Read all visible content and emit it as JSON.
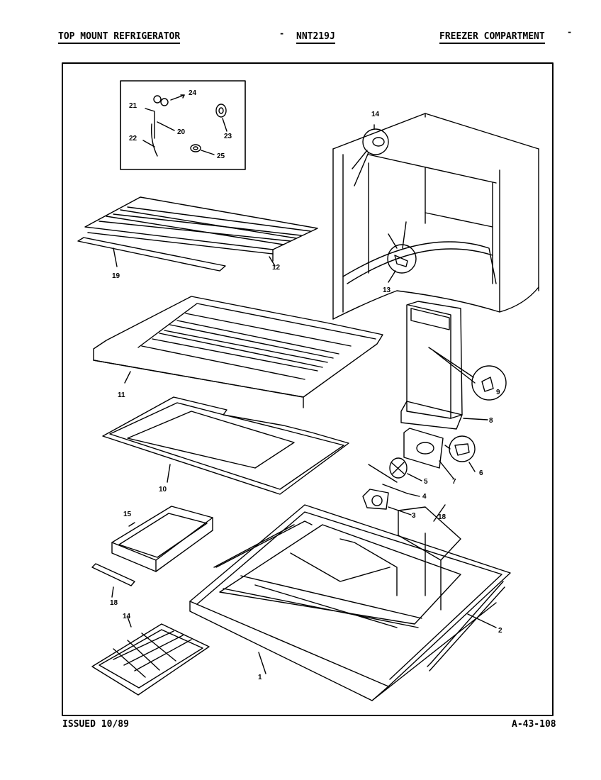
{
  "header": {
    "left": "TOP MOUNT REFRIGERATOR",
    "center": "NNT219J",
    "right": "FREEZER COMPARTMENT"
  },
  "footer": {
    "issued": "ISSUED 10/89",
    "code": "A-43-108"
  },
  "callouts": {
    "c24": "24",
    "c21": "21",
    "c20": "20",
    "c22": "22",
    "c23": "23",
    "c25": "25",
    "c14a": "14",
    "c19": "19",
    "c12": "12",
    "c13": "13",
    "c11": "11",
    "c9": "9",
    "c8": "8",
    "c10": "10",
    "c6": "6",
    "c7": "7",
    "c5": "5",
    "c4": "4",
    "c3": "3",
    "c15": "15",
    "c18a": "18",
    "c18b": "18",
    "c2": "2",
    "c14b": "14",
    "c1": "1"
  }
}
